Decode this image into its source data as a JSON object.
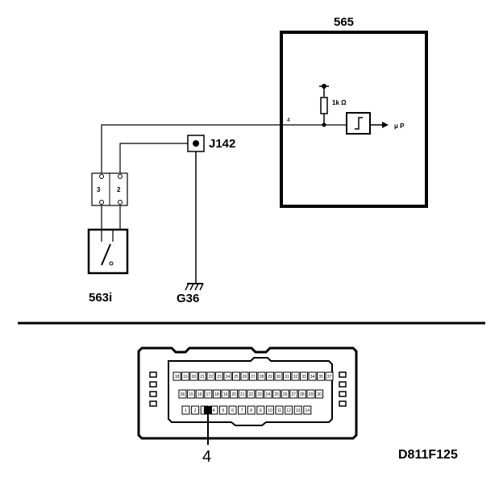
{
  "diagram": {
    "ecu_label": "565",
    "resistor_label": "1k Ω",
    "mcu_label": "μ P",
    "pin_number": "4",
    "junction_label": "J142",
    "switch_label": "563i",
    "ground_label": "G36",
    "conn_pin_3": "3",
    "conn_pin_2": "2",
    "connector_callout": "4",
    "figure_code": "D811F125"
  },
  "connector": {
    "row1": [
      "18",
      "19",
      "20",
      "21",
      "22",
      "23",
      "24",
      "25",
      "26",
      "27",
      "28",
      "29",
      "30",
      "31",
      "32",
      "33",
      "34",
      "35",
      "37"
    ],
    "row2": [
      "36",
      "15",
      "16",
      "17",
      "18",
      "19",
      "20",
      "21",
      "22",
      "23",
      "24",
      "25",
      "26",
      "27",
      "28",
      "29",
      "30"
    ],
    "row3": [
      "1",
      "2",
      "3",
      "4",
      "5",
      "6",
      "7",
      "8",
      "9",
      "10",
      "11",
      "12",
      "13",
      "14"
    ]
  }
}
